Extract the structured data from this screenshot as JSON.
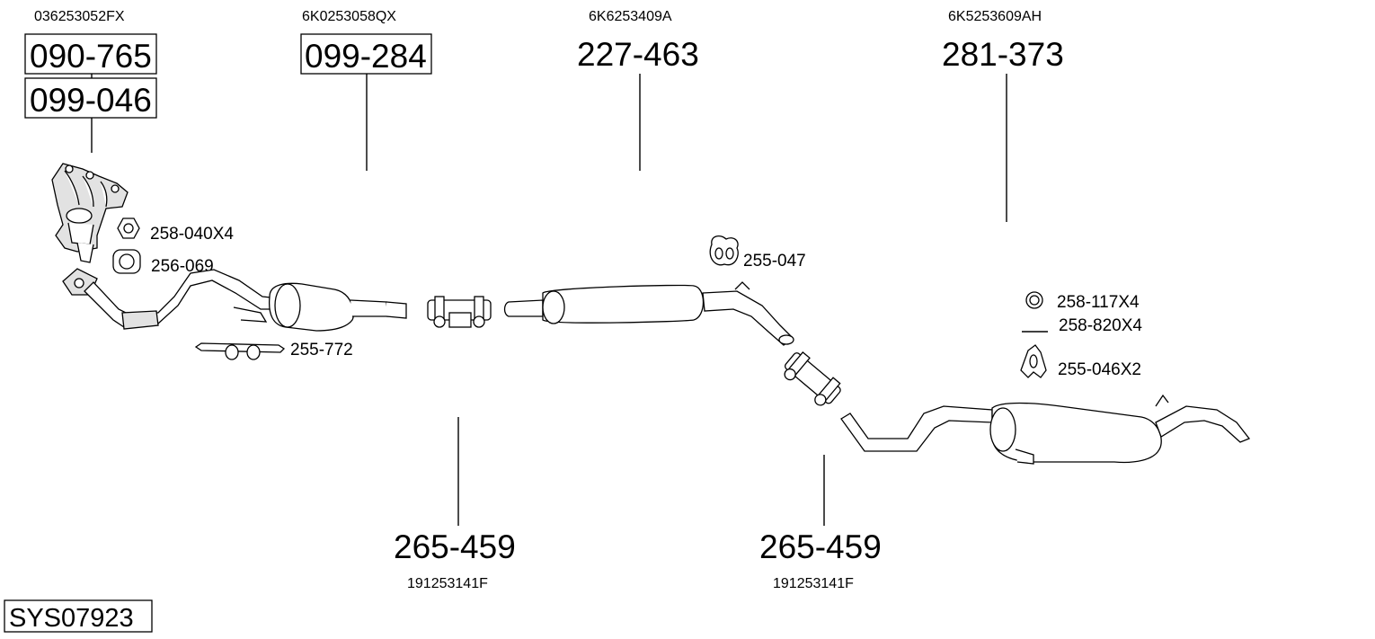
{
  "system_code": "SYS07923",
  "oem_numbers": {
    "manifold": "036253052FX",
    "catalyst": "6K0253058QX",
    "middle": "6K6253409A",
    "rear": "6K5253609AH",
    "clamp_left": "191253141F",
    "clamp_right": "191253141F"
  },
  "part_numbers": {
    "manifold_a": "090-765",
    "manifold_b": "099-046",
    "catalyst": "099-284",
    "middle": "227-463",
    "rear": "281-373",
    "clamp_left": "265-459",
    "clamp_right": "265-459"
  },
  "accessories": {
    "nut": "258-040X4",
    "gasket": "256-069",
    "hanger_front": "255-772",
    "rubber_mid": "255-047",
    "ring": "258-117X4",
    "bolt": "258-820X4",
    "rubber_rear": "255-046X2"
  }
}
